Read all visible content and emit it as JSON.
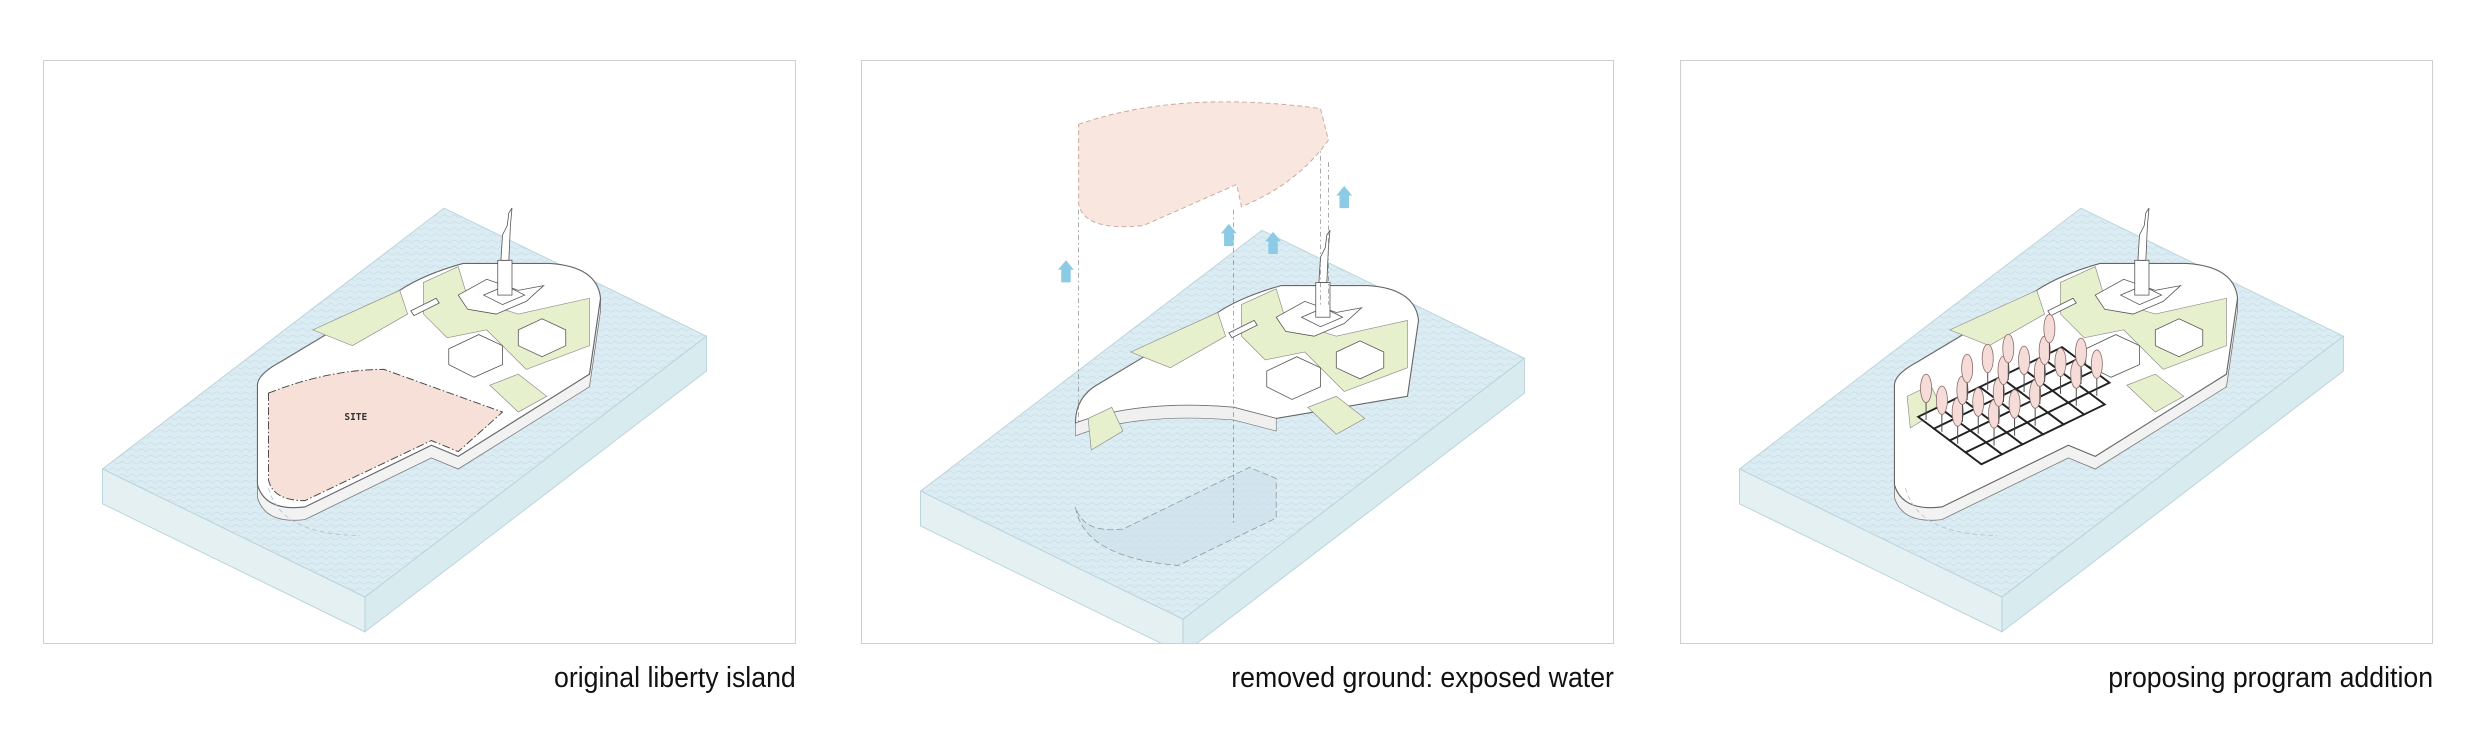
{
  "panels": [
    {
      "caption": "original liberty island",
      "site_label": "SITE"
    },
    {
      "caption": "removed ground: exposed water"
    },
    {
      "caption": "proposing program addition"
    }
  ],
  "colors": {
    "water": "#dcecf3",
    "water_side": "#e6f2f2",
    "ground": "#ffffff",
    "lawn": "#e6f0cc",
    "site": "#f7e0d8",
    "arrow": "#8ccbe6",
    "frame": "#cfcfcf"
  }
}
